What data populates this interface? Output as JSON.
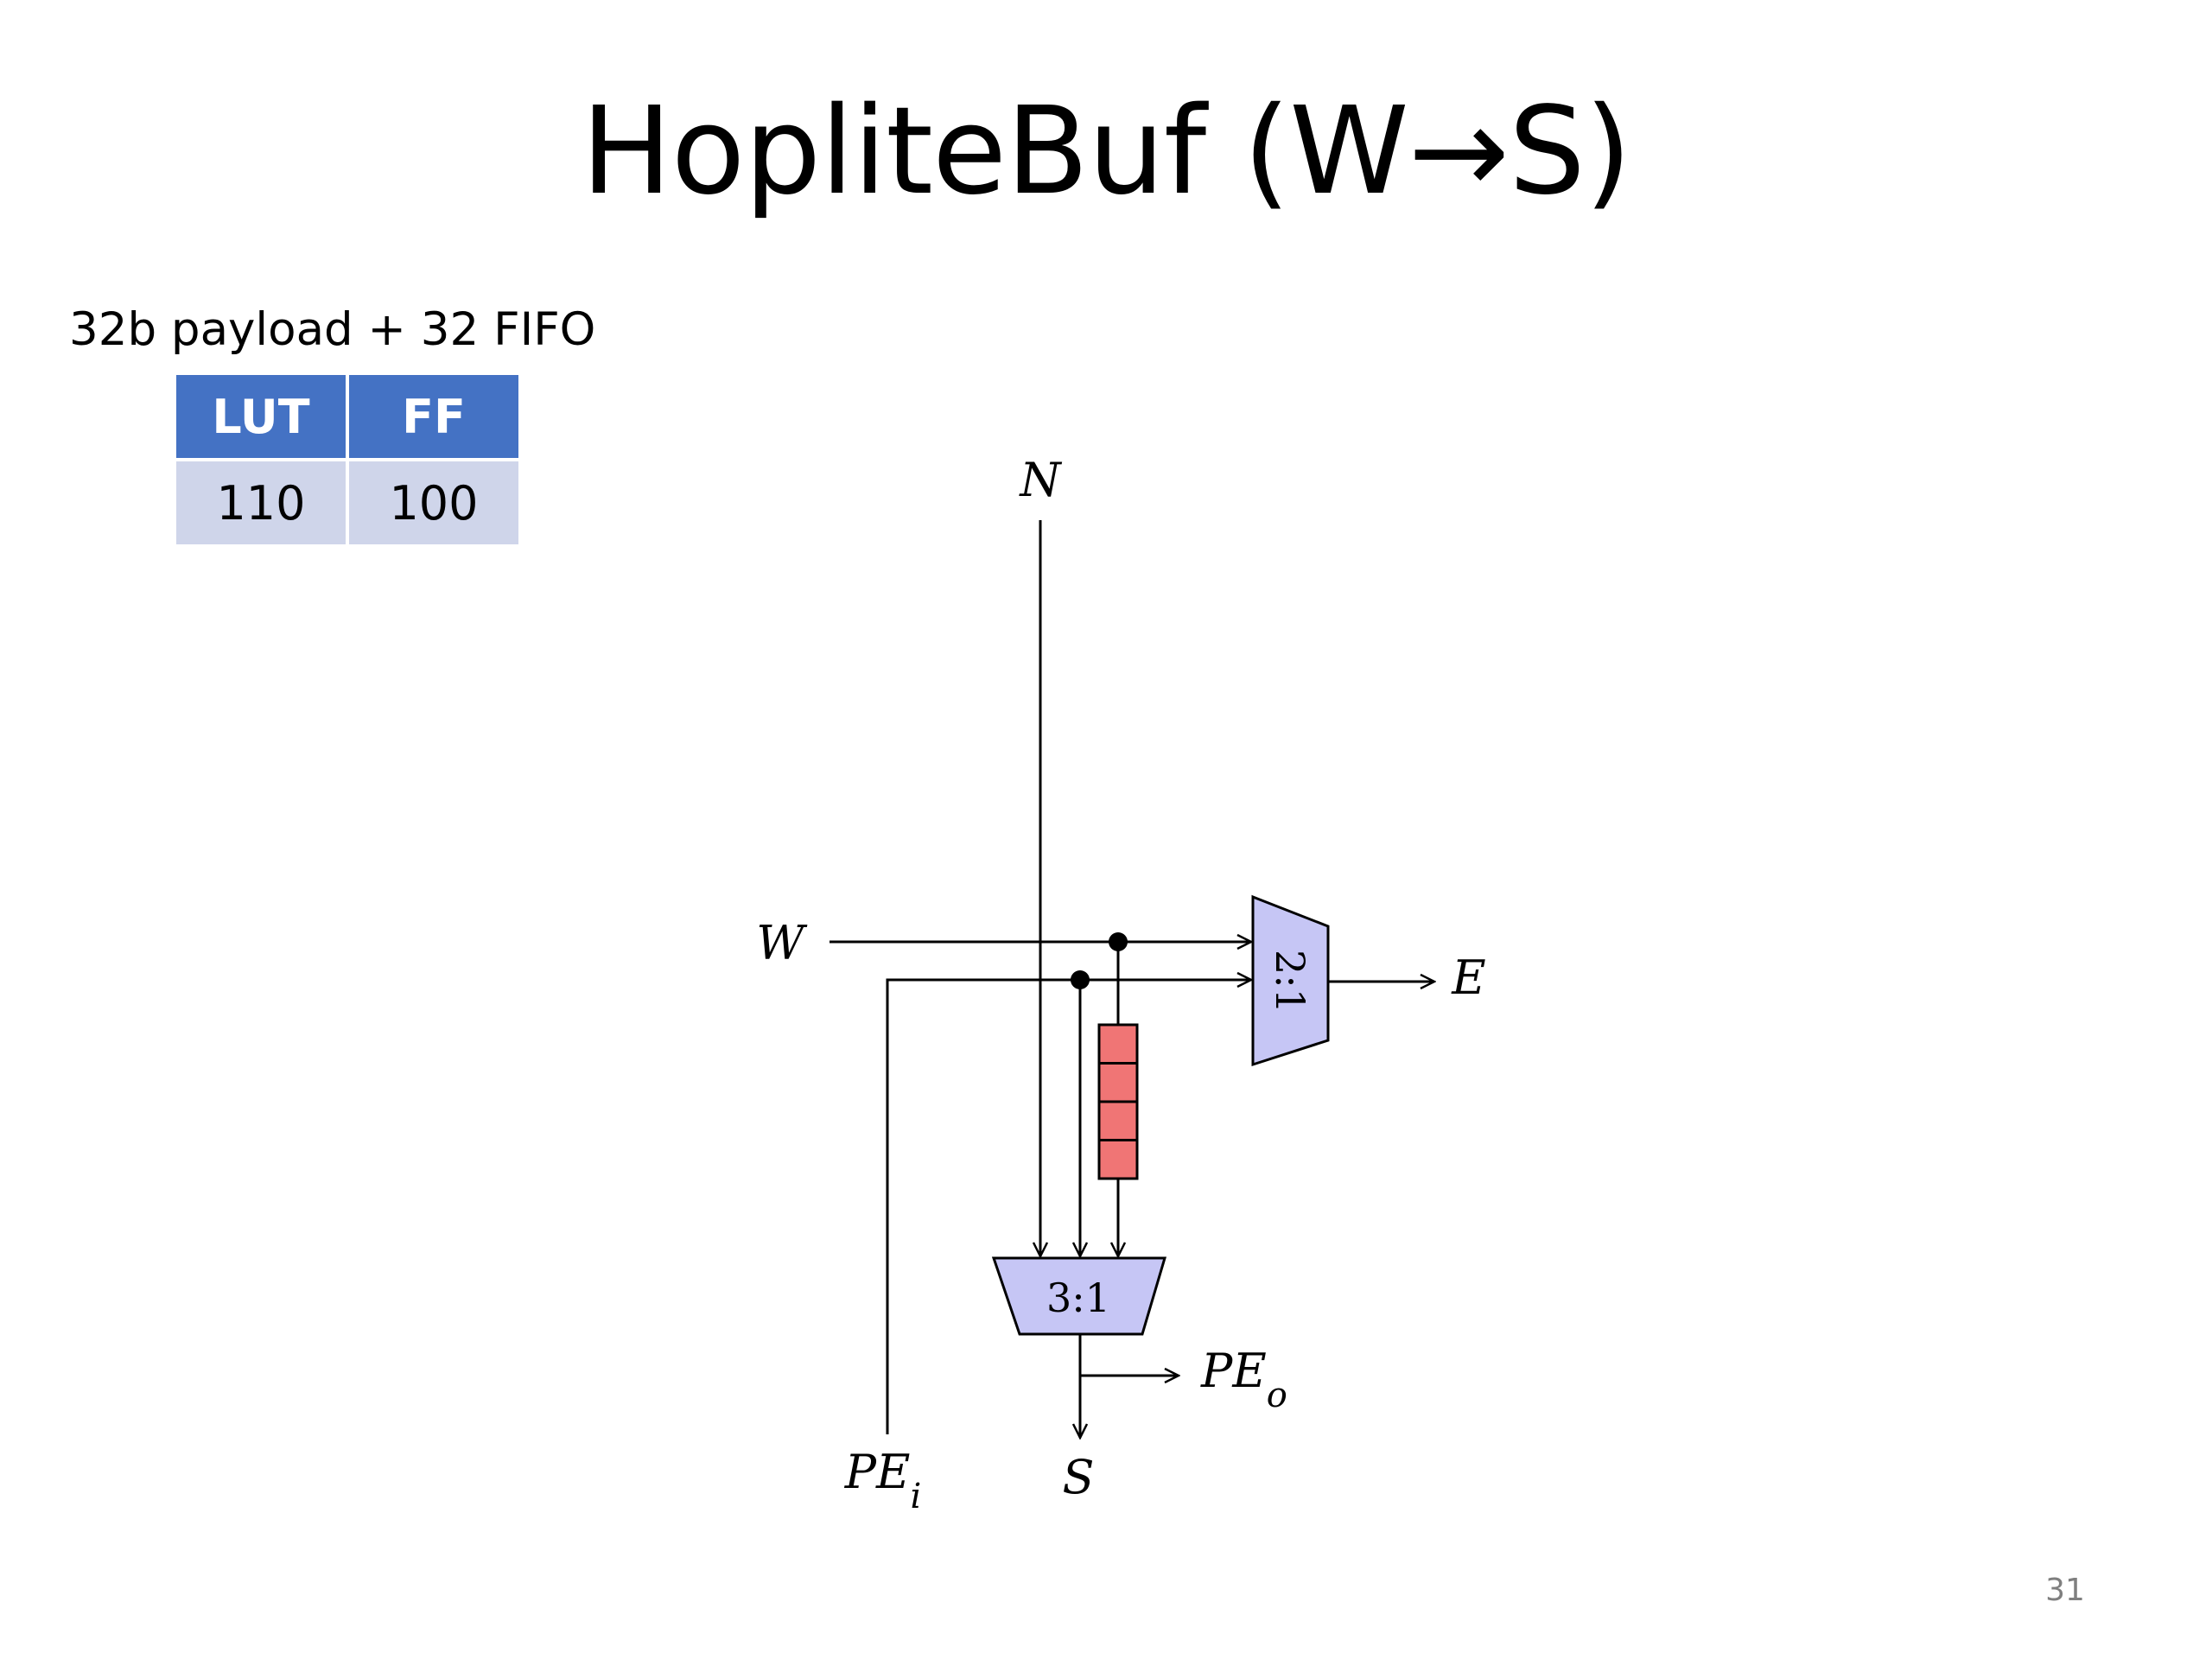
{
  "slide": {
    "title": "HopliteBuf (W→S)",
    "page_number": "31"
  },
  "resources": {
    "caption": "32b payload + 32 FIFO",
    "headers": [
      "LUT",
      "FF"
    ],
    "values": [
      "110",
      "100"
    ]
  },
  "diagram": {
    "ports": {
      "north": "N",
      "west": "W",
      "east": "E",
      "south": "S",
      "pe_in": "PEi",
      "pe_out": "PEo"
    },
    "mux_2to1": "2:1",
    "mux_3to1": "3:1",
    "fifo_slots": 4
  },
  "colors": {
    "header_blue": "#4472c4",
    "cell_blue": "#cfd5ea",
    "mux_fill": "#c6c6f5",
    "fifo_fill": "#f07575"
  }
}
